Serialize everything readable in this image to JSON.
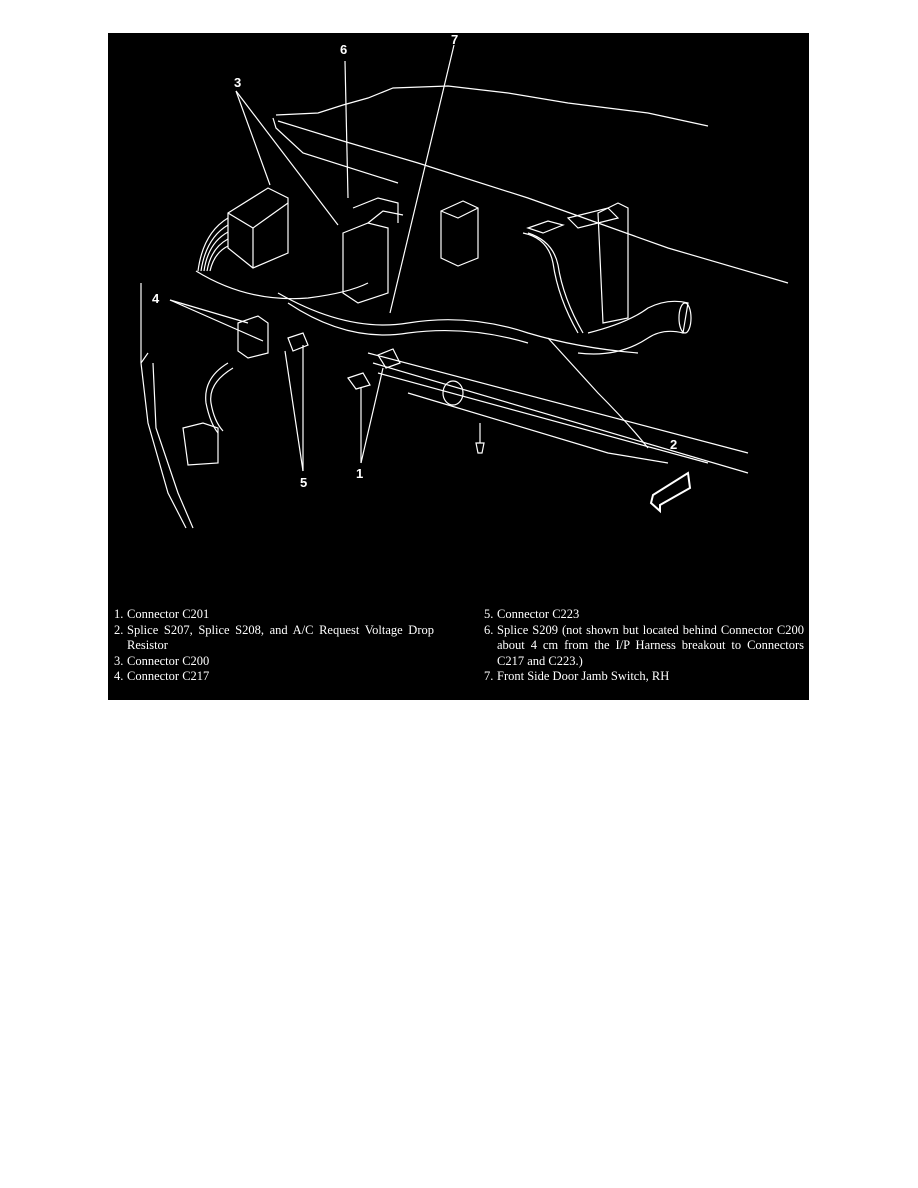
{
  "figure": {
    "callouts": [
      {
        "id": "3",
        "label": "3"
      },
      {
        "id": "6",
        "label": "6"
      },
      {
        "id": "7",
        "label": "7"
      },
      {
        "id": "4",
        "label": "4"
      },
      {
        "id": "2",
        "label": "2"
      },
      {
        "id": "5",
        "label": "5"
      },
      {
        "id": "1",
        "label": "1"
      }
    ],
    "legend_left": [
      {
        "num": "1.",
        "text": "Connector C201"
      },
      {
        "num": "2.",
        "text": "Splice S207, Splice S208, and A/C Request Voltage Drop Resistor"
      },
      {
        "num": "3.",
        "text": "Connector C200"
      },
      {
        "num": "4.",
        "text": "Connector C217"
      }
    ],
    "legend_right": [
      {
        "num": "5.",
        "text": "Connector C223"
      },
      {
        "num": "6.",
        "text": "Splice S209 (not shown but located behind Connector C200 about 4 cm from the I/P Harness breakout to Connectors C217 and C223.)"
      },
      {
        "num": "7.",
        "text": "Front Side Door Jamb Switch, RH"
      }
    ],
    "colors": {
      "background": "#000000",
      "linework": "#ffffff",
      "page": "#ffffff"
    }
  }
}
